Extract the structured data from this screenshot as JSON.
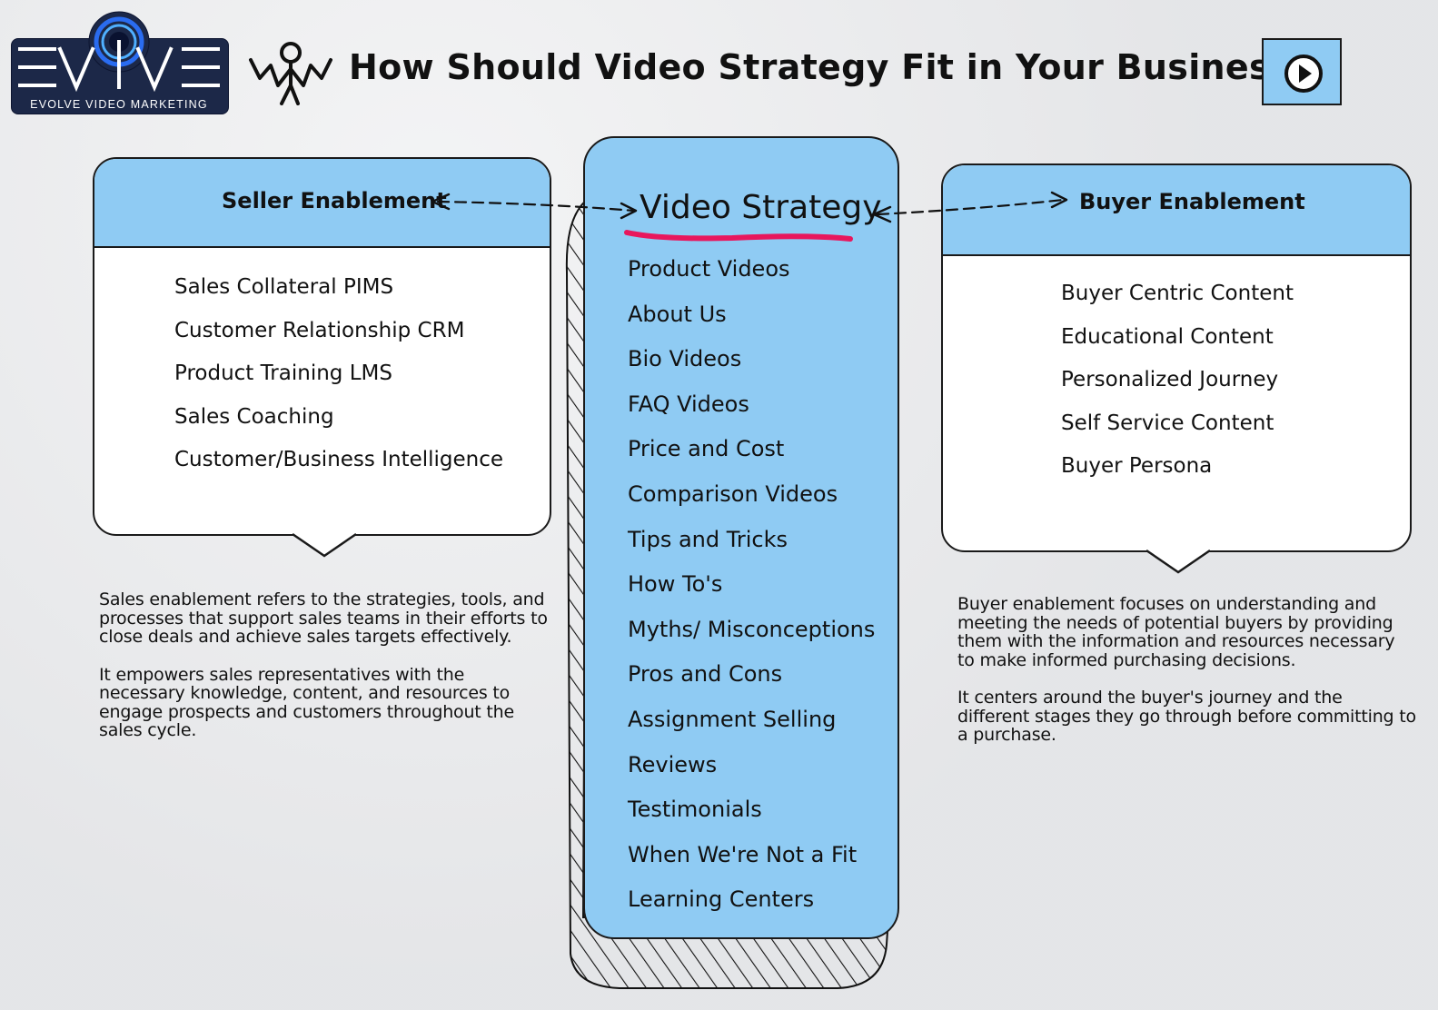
{
  "header": {
    "logo_text": "EVOLVE VIDEO MARKETING",
    "title": "How Should Video Strategy Fit in Your Business?",
    "play_icon": "play-circle-icon"
  },
  "colors": {
    "panel_blue": "#8fcbf3",
    "underline": "#e8175d",
    "logo_navy": "#1c2848",
    "outline": "#1a1a1a"
  },
  "seller": {
    "heading": "Seller Enablement",
    "items": [
      "Sales Collateral PIMS",
      "Customer Relationship CRM",
      "Product Training LMS",
      "Sales Coaching",
      "Customer/Business Intelligence"
    ],
    "description": [
      "Sales enablement refers to the strategies, tools, and processes that support sales teams in their efforts to close deals and achieve sales targets effectively.",
      "It empowers sales representatives with the necessary knowledge, content, and resources to engage prospects and customers throughout the sales cycle."
    ]
  },
  "center": {
    "heading": "Video Strategy",
    "items": [
      "Product Videos",
      "About Us",
      "Bio Videos",
      "FAQ Videos",
      "Price and Cost",
      "Comparison Videos",
      "Tips and Tricks",
      "How To's",
      "Myths/ Misconceptions",
      "Pros and Cons",
      "Assignment Selling",
      "Reviews",
      "Testimonials",
      "When We're Not a Fit",
      "Learning Centers"
    ]
  },
  "buyer": {
    "heading": "Buyer Enablement",
    "items": [
      "Buyer Centric Content",
      "Educational Content",
      "Personalized Journey",
      "Self Service Content",
      "Buyer Persona"
    ],
    "description": [
      "Buyer enablement focuses on understanding and meeting the needs of potential buyers by providing them with the information and resources necessary to make informed purchasing decisions.",
      "It centers around the buyer's journey and the different stages they go through before committing to a purchase."
    ]
  }
}
